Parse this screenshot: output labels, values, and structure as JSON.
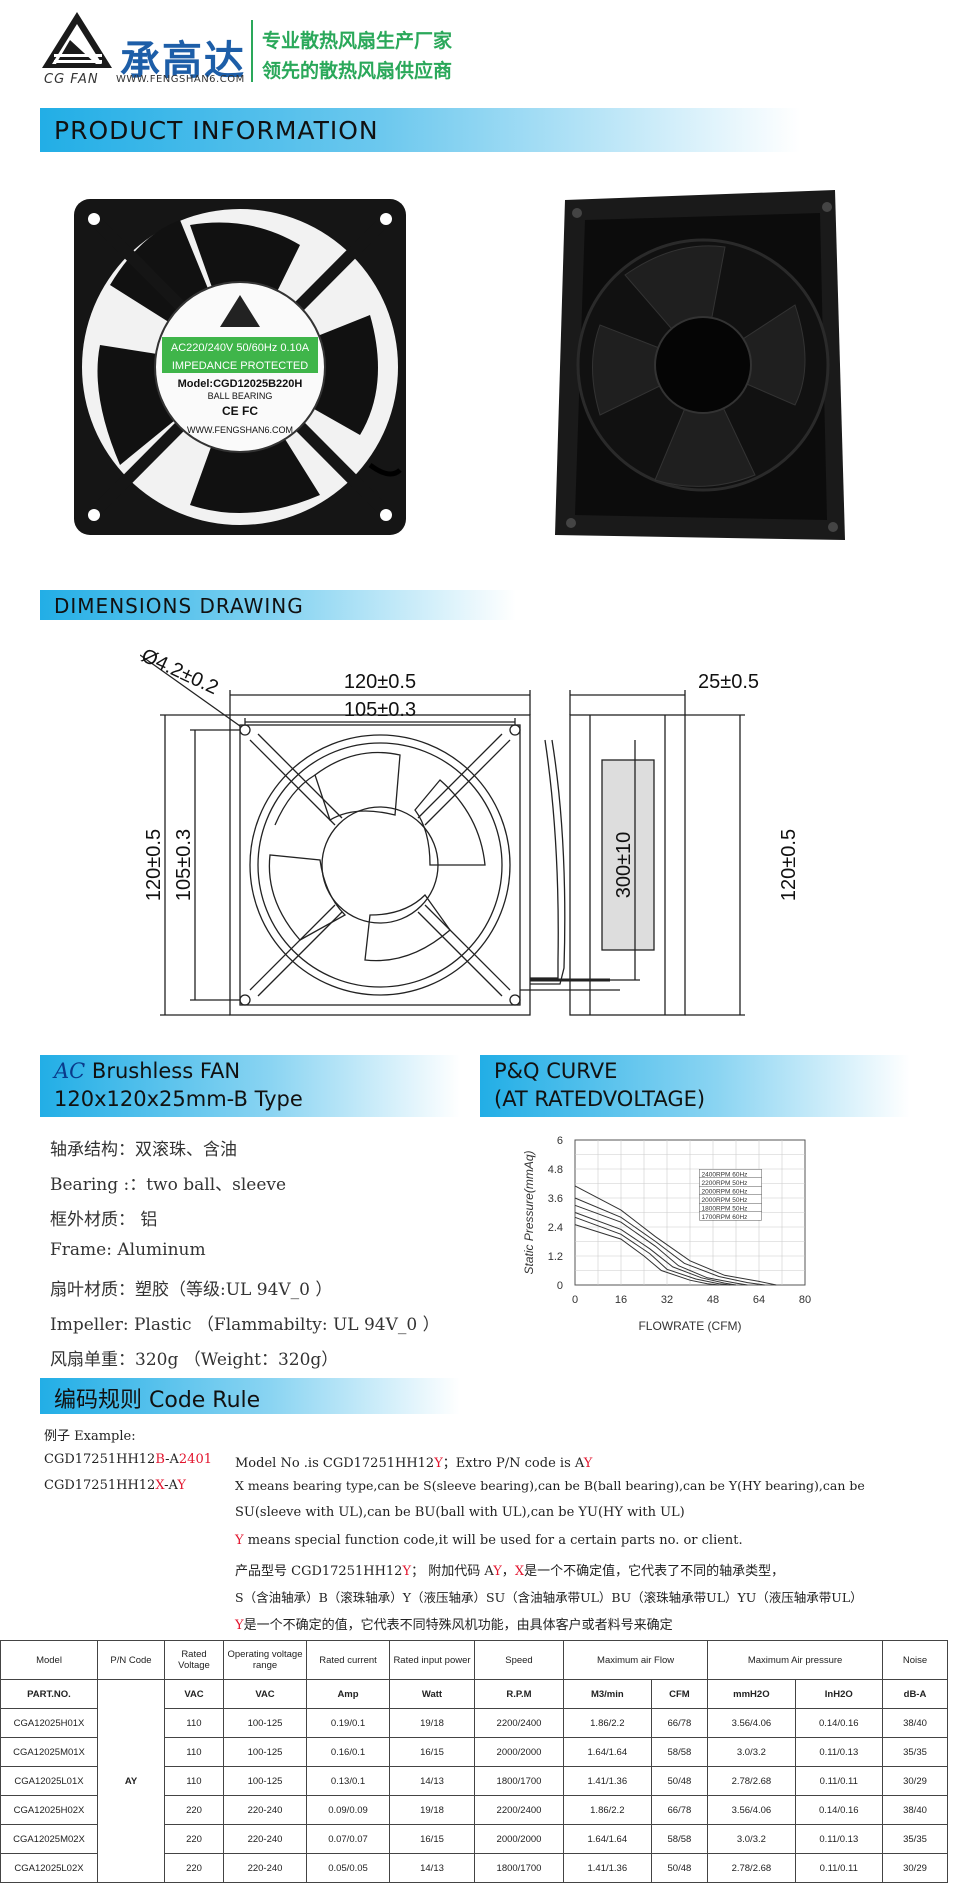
{
  "header": {
    "brand_cn": "承高达",
    "brand_en": "CG FAN",
    "website": "WWW.FENGSHAN6.COM",
    "slogan_1": "专业散热风扇生产厂家",
    "slogan_2": "领先的散热风扇供应商"
  },
  "sections": {
    "product_info": "PRODUCT  INFORMATION",
    "dimensions": "DIMENSIONS  DRAWING",
    "product_line1": "Brushless  FAN",
    "product_ac": "AC",
    "product_line2": "120x120x25mm-B Type",
    "pq_line1": "P&Q  CURVE",
    "pq_line2": "(AT  RATEDVOLTAGE)",
    "code_rule": "编码规则 Code  Rule"
  },
  "fan_label": {
    "voltage": "AC220/240V 50/60Hz 0.10A",
    "impedance": "IMPEDANCE  PROTECTED",
    "model": "Model:CGD12025B220H",
    "bearing": "BALL BEARING",
    "cert": "CE  FC",
    "web": "WWW.FENGSHAN6.COM"
  },
  "dimensions": {
    "outer_width": "120±0.5",
    "hole_pitch": "105±0.3",
    "hole_dia": "Ø4.2±0.2",
    "outer_height": "120±0.5",
    "hole_pitch_v": "105±0.3",
    "lead_length": "300±10",
    "thickness": "25±0.5",
    "side_height": "120±0.5"
  },
  "specs": [
    {
      "text": "轴承结构：双滚珠、含油"
    },
    {
      "text": "Bearing :：two  ball、sleeve"
    },
    {
      "text": "框外材质：  铝"
    },
    {
      "text": "Frame:  Aluminum"
    },
    {
      "text": "扇叶材质：塑胶（等级:UL 94V_0 ）"
    },
    {
      "text": "Impeller: Plastic （Flammabilty: UL 94V_0 ）"
    },
    {
      "text": "风扇单重：320g （Weight：320g）"
    }
  ],
  "chart_data": {
    "type": "line",
    "xlabel": "FLOWRATE (CFM)",
    "ylabel": "Static  Pressure(mmAq)",
    "xlim": [
      0,
      80
    ],
    "ylim": [
      0,
      6
    ],
    "xticks": [
      "0",
      "16",
      "32",
      "48",
      "64",
      "80"
    ],
    "yticks": [
      "0",
      "1.2",
      "2.4",
      "3.6",
      "4.8",
      "6"
    ],
    "series": [
      {
        "name": "2400RPM  60Hz",
        "points": [
          [
            0,
            4.1
          ],
          [
            16,
            3.1
          ],
          [
            28,
            2.0
          ],
          [
            40,
            1.0
          ],
          [
            52,
            0.4
          ],
          [
            64,
            0.15
          ],
          [
            70,
            0
          ]
        ]
      },
      {
        "name": "2200RPM  50Hz",
        "points": [
          [
            0,
            3.6
          ],
          [
            16,
            2.8
          ],
          [
            28,
            1.8
          ],
          [
            38,
            0.9
          ],
          [
            50,
            0.35
          ],
          [
            60,
            0.1
          ],
          [
            66,
            0
          ]
        ]
      },
      {
        "name": "2000RPM  60Hz",
        "points": [
          [
            0,
            3.3
          ],
          [
            16,
            2.6
          ],
          [
            28,
            1.6
          ],
          [
            36,
            0.8
          ],
          [
            46,
            0.3
          ],
          [
            56,
            0.08
          ],
          [
            60,
            0
          ]
        ]
      },
      {
        "name": "2000RPM  50Hz",
        "points": [
          [
            0,
            3.0
          ],
          [
            16,
            2.3
          ],
          [
            26,
            1.5
          ],
          [
            34,
            0.75
          ],
          [
            44,
            0.3
          ],
          [
            52,
            0.08
          ],
          [
            56,
            0
          ]
        ]
      },
      {
        "name": "1800RPM  50Hz",
        "points": [
          [
            0,
            2.8
          ],
          [
            16,
            2.1
          ],
          [
            26,
            1.3
          ],
          [
            32,
            0.65
          ],
          [
            42,
            0.25
          ],
          [
            50,
            0.05
          ],
          [
            54,
            0
          ]
        ]
      },
      {
        "name": "1700RPM  60Hz",
        "points": [
          [
            0,
            2.5
          ],
          [
            16,
            1.9
          ],
          [
            24,
            1.2
          ],
          [
            30,
            0.6
          ],
          [
            40,
            0.2
          ],
          [
            46,
            0.05
          ],
          [
            50,
            0
          ]
        ]
      }
    ]
  },
  "code_rule": {
    "example_label": "例子 Example:",
    "ex1_code_a": "CGD17251HH12",
    "ex1_code_b": "B",
    "ex1_code_c": "-A",
    "ex1_code_d": "2401",
    "ex1_desc_a": "Model  No .is  CGD17251HH12",
    "ex1_desc_b": "Y",
    "ex1_desc_c": "；Extro  P/N  code  is  A",
    "ex1_desc_d": "Y",
    "ex2_code_a": "CGD17251HH12",
    "ex2_code_b": "X",
    "ex2_code_c": "-A",
    "ex2_code_d": "Y",
    "line_x1": "X  means  bearing  type,can  be  S(sleeve  bearing),can  be  B(ball  bearing),can  be  Y(HY  bearing),can  be",
    "line_x2": "SU(sleeve  with  UL),can  be  BU(ball  with  UL),can  be  YU(HY  with  UL)",
    "line_y_a": "Y",
    "line_y_b": "  means  special  function  code,it  will  be  used  for  a  certain  parts  no.  or  client.",
    "cn1_a": "产品型号  CGD17251HH12",
    "cn1_b": "Y",
    "cn1_c": "；  附加代码  A",
    "cn1_d": "Y",
    "cn1_e": "，",
    "cn1_f": "X",
    "cn1_g": "是一个不确定值，它代表了不同的轴承类型，",
    "cn2": "S（含油轴承）B（滚珠轴承）Y（液压轴承）SU（含油轴承带UL）BU（滚珠轴承带UL）YU（液压轴承带UL）",
    "cn3_a": "Y",
    "cn3_b": "是一个不确定的值，它代表不同特殊风机功能，由具体客户或者料号来确定"
  },
  "table": {
    "headers": [
      "Model",
      "P/N Code",
      "Rated Voltage",
      "Operating voltage range",
      "Rated current",
      "Rated    input power",
      "Speed",
      "Maximum air Flow",
      "Maximum              Air pressure",
      "Noise"
    ],
    "units": [
      "PART.NO.",
      "VAC",
      "VAC",
      "Amp",
      "Watt",
      "R.P.M",
      "M3/min",
      "CFM",
      "mmH2O",
      "InH2O",
      "dB-A"
    ],
    "pn_code": "AY",
    "rows": [
      [
        "CGA12025H01X",
        "110",
        "100-125",
        "0.19/0.1",
        "19/18",
        "2200/2400",
        "1.86/2.2",
        "66/78",
        "3.56/4.06",
        "0.14/0.16",
        "38/40"
      ],
      [
        "CGA12025M01X",
        "110",
        "100-125",
        "0.16/0.1",
        "16/15",
        "2000/2000",
        "1.64/1.64",
        "58/58",
        "3.0/3.2",
        "0.11/0.13",
        "35/35"
      ],
      [
        "CGA12025L01X",
        "110",
        "100-125",
        "0.13/0.1",
        "14/13",
        "1800/1700",
        "1.41/1.36",
        "50/48",
        "2.78/2.68",
        "0.11/0.11",
        "30/29"
      ],
      [
        "CGA12025H02X",
        "220",
        "220-240",
        "0.09/0.09",
        "19/18",
        "2200/2400",
        "1.86/2.2",
        "66/78",
        "3.56/4.06",
        "0.14/0.16",
        "38/40"
      ],
      [
        "CGA12025M02X",
        "220",
        "220-240",
        "0.07/0.07",
        "16/15",
        "2000/2000",
        "1.64/1.64",
        "58/58",
        "3.0/3.2",
        "0.11/0.13",
        "35/35"
      ],
      [
        "CGA12025L02X",
        "220",
        "220-240",
        "0.05/0.05",
        "14/13",
        "1800/1700",
        "1.41/1.36",
        "50/48",
        "2.78/2.68",
        "0.11/0.11",
        "30/29"
      ]
    ]
  }
}
